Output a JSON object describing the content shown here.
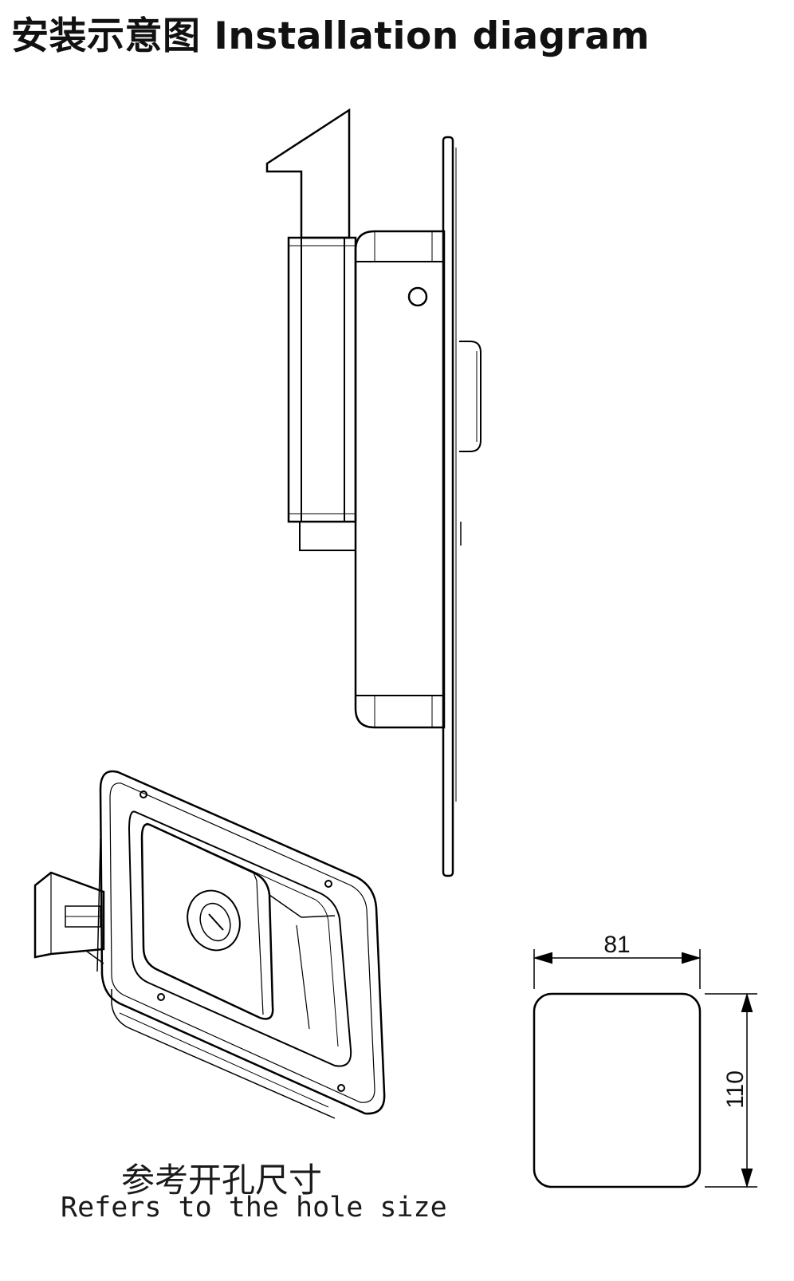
{
  "title": "安装示意图 Installation diagram",
  "caption": {
    "cn": "参考开孔尺寸",
    "en": "Refers to the hole size"
  },
  "dimensions": {
    "width": "81",
    "height": "110"
  },
  "colors": {
    "line": "#000000",
    "background": "#ffffff"
  }
}
